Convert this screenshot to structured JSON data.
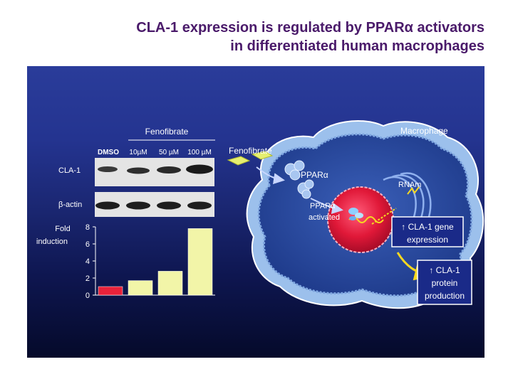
{
  "header": {
    "title_line1": "CLA-1 expression is regulated by PPARα activators",
    "title_line2": "in differentiated human macrophages"
  },
  "blot": {
    "treatment_label": "Fenofibrate",
    "lanes": [
      "DMSO",
      "10µM",
      "50 µM",
      "100 µM"
    ],
    "rows": [
      "CLA-1",
      "β-actin"
    ]
  },
  "chart_data": {
    "type": "bar",
    "categories": [
      "DMSO",
      "10µM",
      "50 µM",
      "100 µM"
    ],
    "values": [
      1,
      1.7,
      2.8,
      7.8
    ],
    "ylabel": "Fold induction",
    "ylim": [
      0,
      8
    ],
    "yticks": [
      0,
      2,
      4,
      6,
      8
    ],
    "bar_colors": [
      "#e8223a",
      "#f2f5a8",
      "#f2f5a8",
      "#f2f5a8"
    ],
    "grid": false
  },
  "cell": {
    "fenofibrate_label": "Fenofibrate",
    "macrophage_label": "Macrophage",
    "ppar_label": "PPARα",
    "ppar_activated_line1": "PPARα",
    "ppar_activated_line2": "activated",
    "mrna_label": "RNAm",
    "box1_line1": "↑ CLA-1 gene",
    "box1_line2": "expression",
    "box2_line1": "↑ CLA-1",
    "box2_line2": "protein",
    "box2_line3": "production"
  },
  "colors": {
    "title": "#4a1a6a",
    "background_top": "#2a3c9a",
    "background_bottom": "#050a2a",
    "nucleus": "#e01838",
    "arrow": "#f6d820"
  }
}
